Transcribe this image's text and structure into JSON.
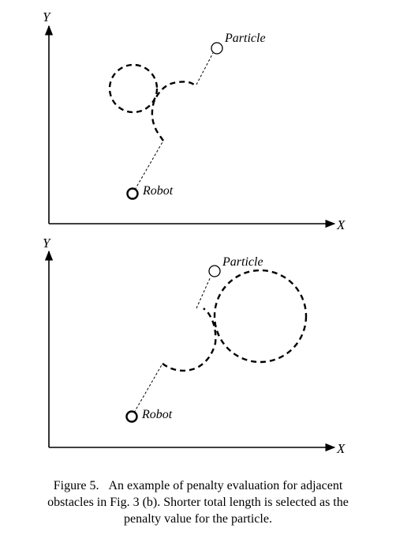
{
  "top_panel": {
    "y_label": "Y",
    "x_label": "X",
    "particle_label": "Particle",
    "robot_label": "Robot"
  },
  "bottom_panel": {
    "y_label": "Y",
    "x_label": "X",
    "particle_label": "Particle",
    "robot_label": "Robot"
  },
  "caption": {
    "line1": "Figure 5.   An example of penalty evaluation for adjacent",
    "line2": "obstacles in Fig. 3 (b). Shorter total length is selected as the",
    "line3": "penalty value for the particle."
  }
}
